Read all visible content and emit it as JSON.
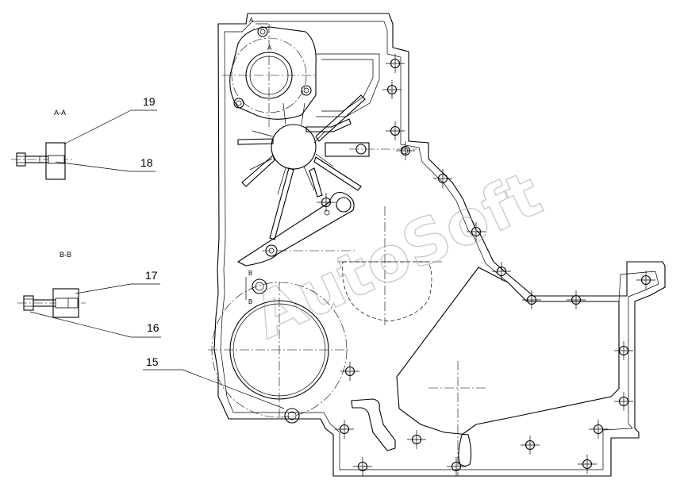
{
  "section_labels": {
    "aa": "A-A",
    "bb": "B-B"
  },
  "view_markers": {
    "a_upper": "A",
    "a_lower": "A",
    "b_upper": "B",
    "b_lower": "B"
  },
  "callouts": [
    "19",
    "18",
    "17",
    "16",
    "15"
  ],
  "watermark": "AutoSoft",
  "colors": {
    "line": "#000000",
    "background": "#ffffff",
    "watermark": "#9a9a9a"
  }
}
